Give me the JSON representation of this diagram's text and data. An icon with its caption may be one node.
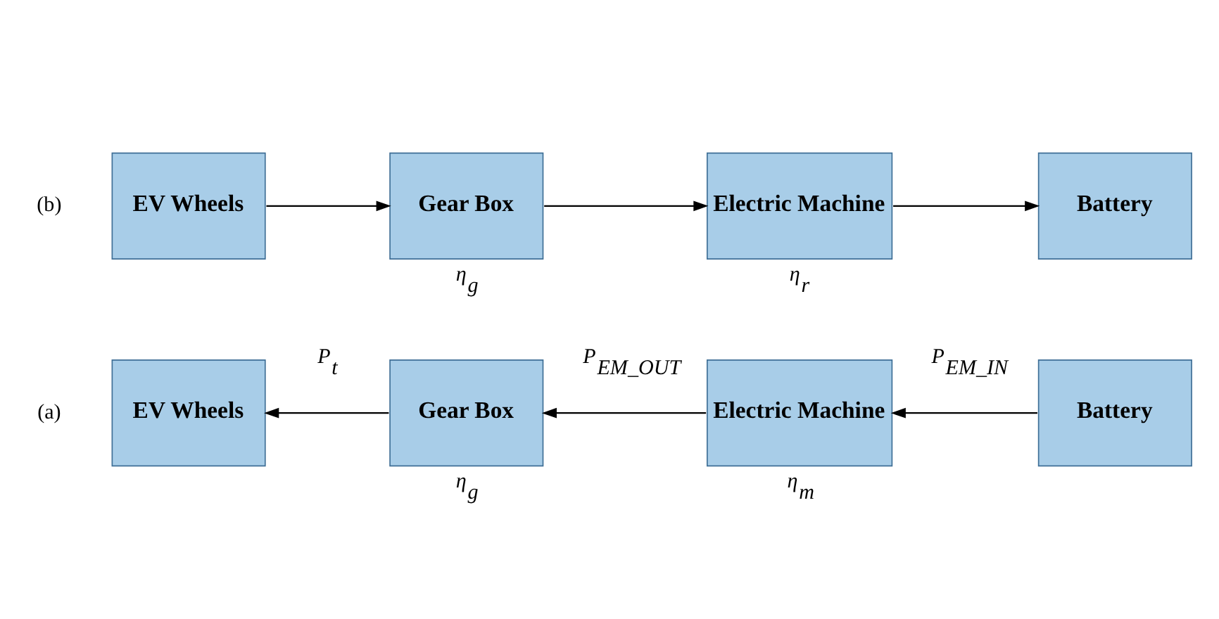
{
  "diagram": {
    "nodes": [
      {
        "text": [
          "EV Wheels"
        ]
      },
      {
        "text": [
          "Gear Box"
        ],
        "beside": [
          "η$_{g}$"
        ]
      },
      {
        "text": [
          "Electric Machine"
        ],
        "beside": [
          "η$_{m}$"
        ]
      },
      {
        "text": [
          "Battery"
        ]
      },
      {
        "text": [
          "EV Wheels"
        ]
      },
      {
        "text": [
          "Gear Box"
        ],
        "beside": [
          "η$_{g}$"
        ]
      },
      {
        "text": [
          "Electric Machine"
        ],
        "beside": [
          "η$_{r}$"
        ]
      },
      {
        "text": [
          "Battery"
        ]
      }
    ],
    "edges": [
      {
        "from": 3,
        "to": 2,
        "arrow": "to"
      },
      {
        "from": 2,
        "to": 1,
        "arrow": "to"
      },
      {
        "from": 1,
        "to": 0,
        "arrow": "to"
      },
      {
        "from": 4,
        "to": 5,
        "arrow": "to"
      },
      {
        "from": 5,
        "to": 6,
        "arrow": "to"
      },
      {
        "from": 6,
        "to": 7,
        "arrow": "to"
      }
    ],
    "labels": [
      "(a)",
      "P$_{t}$",
      "P$_{EM_OUT}$",
      "P$_{EM_IN}$",
      "(b)"
    ]
  }
}
